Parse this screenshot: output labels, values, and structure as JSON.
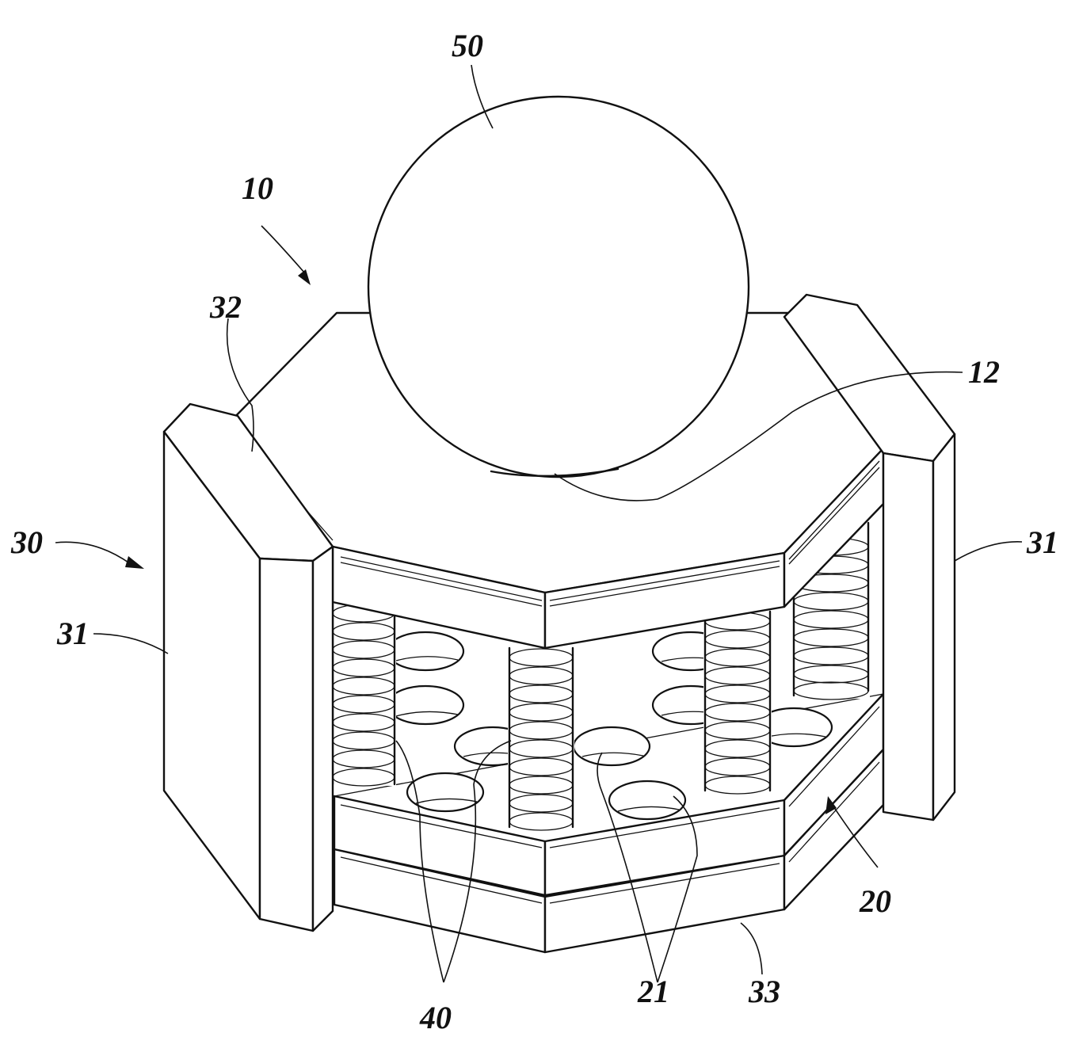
{
  "labels": {
    "ref_50": "50",
    "ref_10": "10",
    "ref_32": "32",
    "ref_12": "12",
    "ref_30": "30",
    "ref_31_right": "31",
    "ref_31_left": "31",
    "ref_20": "20",
    "ref_40": "40",
    "ref_21": "21",
    "ref_33": "33"
  }
}
